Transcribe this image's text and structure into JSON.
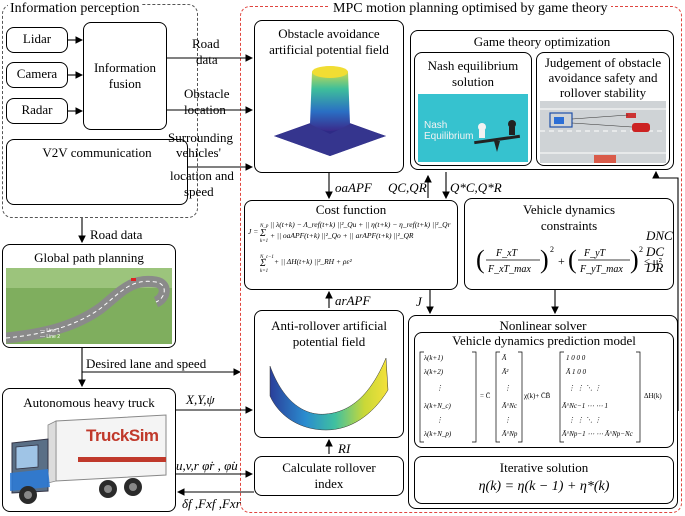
{
  "groups": {
    "info_title": "Information perception",
    "mpc_title": "MPC motion planning  optimised by game theory",
    "game_title": "Game theory optimization",
    "solver_title": "Nonlinear solver"
  },
  "sensors": [
    "Lidar",
    "Camera",
    "Radar"
  ],
  "fusion": [
    "Information",
    "fusion"
  ],
  "v2v": "V2V communication",
  "edges": {
    "road_data_1": [
      "Road",
      "data"
    ],
    "obstacle_location": [
      "Obstacle",
      "location"
    ],
    "surrounding": [
      "Surrounding",
      "vehicles'",
      "location and",
      "speed"
    ],
    "road_data_2": "Road data",
    "desired": "Desired lane and speed",
    "oaapf": "oaAPF",
    "qcqr": "QC,QR",
    "qstar": "Q*C,Q*R",
    "arapf": "arAPF",
    "j": "J",
    "xyp": "X,Y,ψ",
    "ri": "RI",
    "uvr": "u,v,r   φ̇r ,   φ̇u",
    "deltas": "δf ,Fxf ,Fxr",
    "dnc": [
      "DNC",
      "DC",
      "DR"
    ]
  },
  "boxes": {
    "oa_apf": [
      "Obstacle avoidance",
      "artificial potential field"
    ],
    "nash": [
      "Nash equilibrium",
      "solution"
    ],
    "nash_image_text": [
      "Nash",
      "Equilibrium"
    ],
    "judgement": [
      "Judgement of obstacle",
      "avoidance safety and",
      "rollover stability"
    ],
    "cost": "Cost function",
    "vdc": [
      "Vehicle dynamics",
      "constraints"
    ],
    "global": "Global path planning",
    "ar_apf": [
      "Anti-rollover artificial",
      "potential field"
    ],
    "vdpm": "Vehicle dynamics prediction model",
    "truck": "Autonomous heavy truck",
    "truck_logo": "TruckSim",
    "rollover": [
      "Calculate rollover",
      "index"
    ],
    "iterative": "Iterative solution",
    "iter_eq": "η(k) = η(k − 1) + η*(k)"
  },
  "colors": {
    "group_border": "#555555",
    "mpc_border": "#e0453f",
    "arrow": "#000000"
  }
}
